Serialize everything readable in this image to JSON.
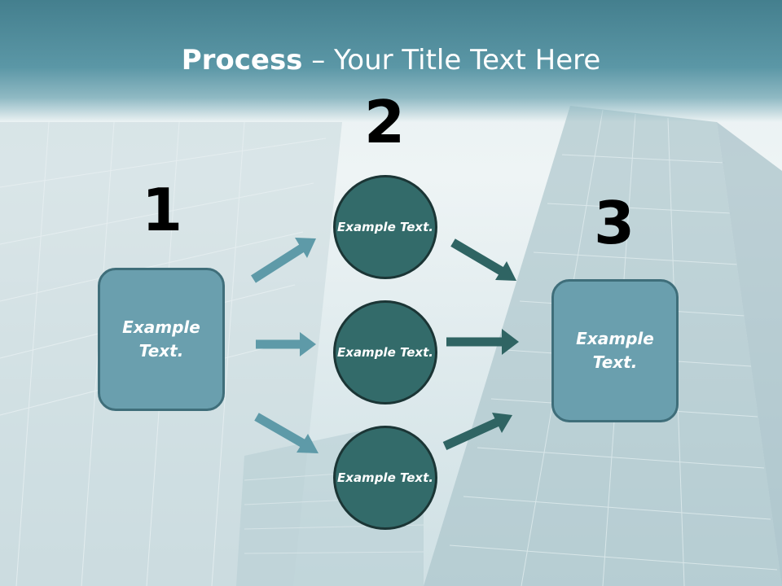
{
  "title": {
    "bold": "Process",
    "rest": " – Your Title Text Here"
  },
  "steps": [
    {
      "number": "1",
      "text": "Example Text."
    },
    {
      "number": "2",
      "text": "Example Text."
    },
    {
      "number": "3",
      "text": "Example Text."
    }
  ],
  "circles": [
    {
      "text": "Example Text."
    },
    {
      "text": "Example Text."
    },
    {
      "text": "Example Text."
    }
  ],
  "colors": {
    "title_bar": "#5b97a6",
    "box_fill": "#6a9fae",
    "circle_fill": "#336b6a",
    "arrow_light": "#5e9aa8",
    "arrow_dark": "#2f6463"
  }
}
